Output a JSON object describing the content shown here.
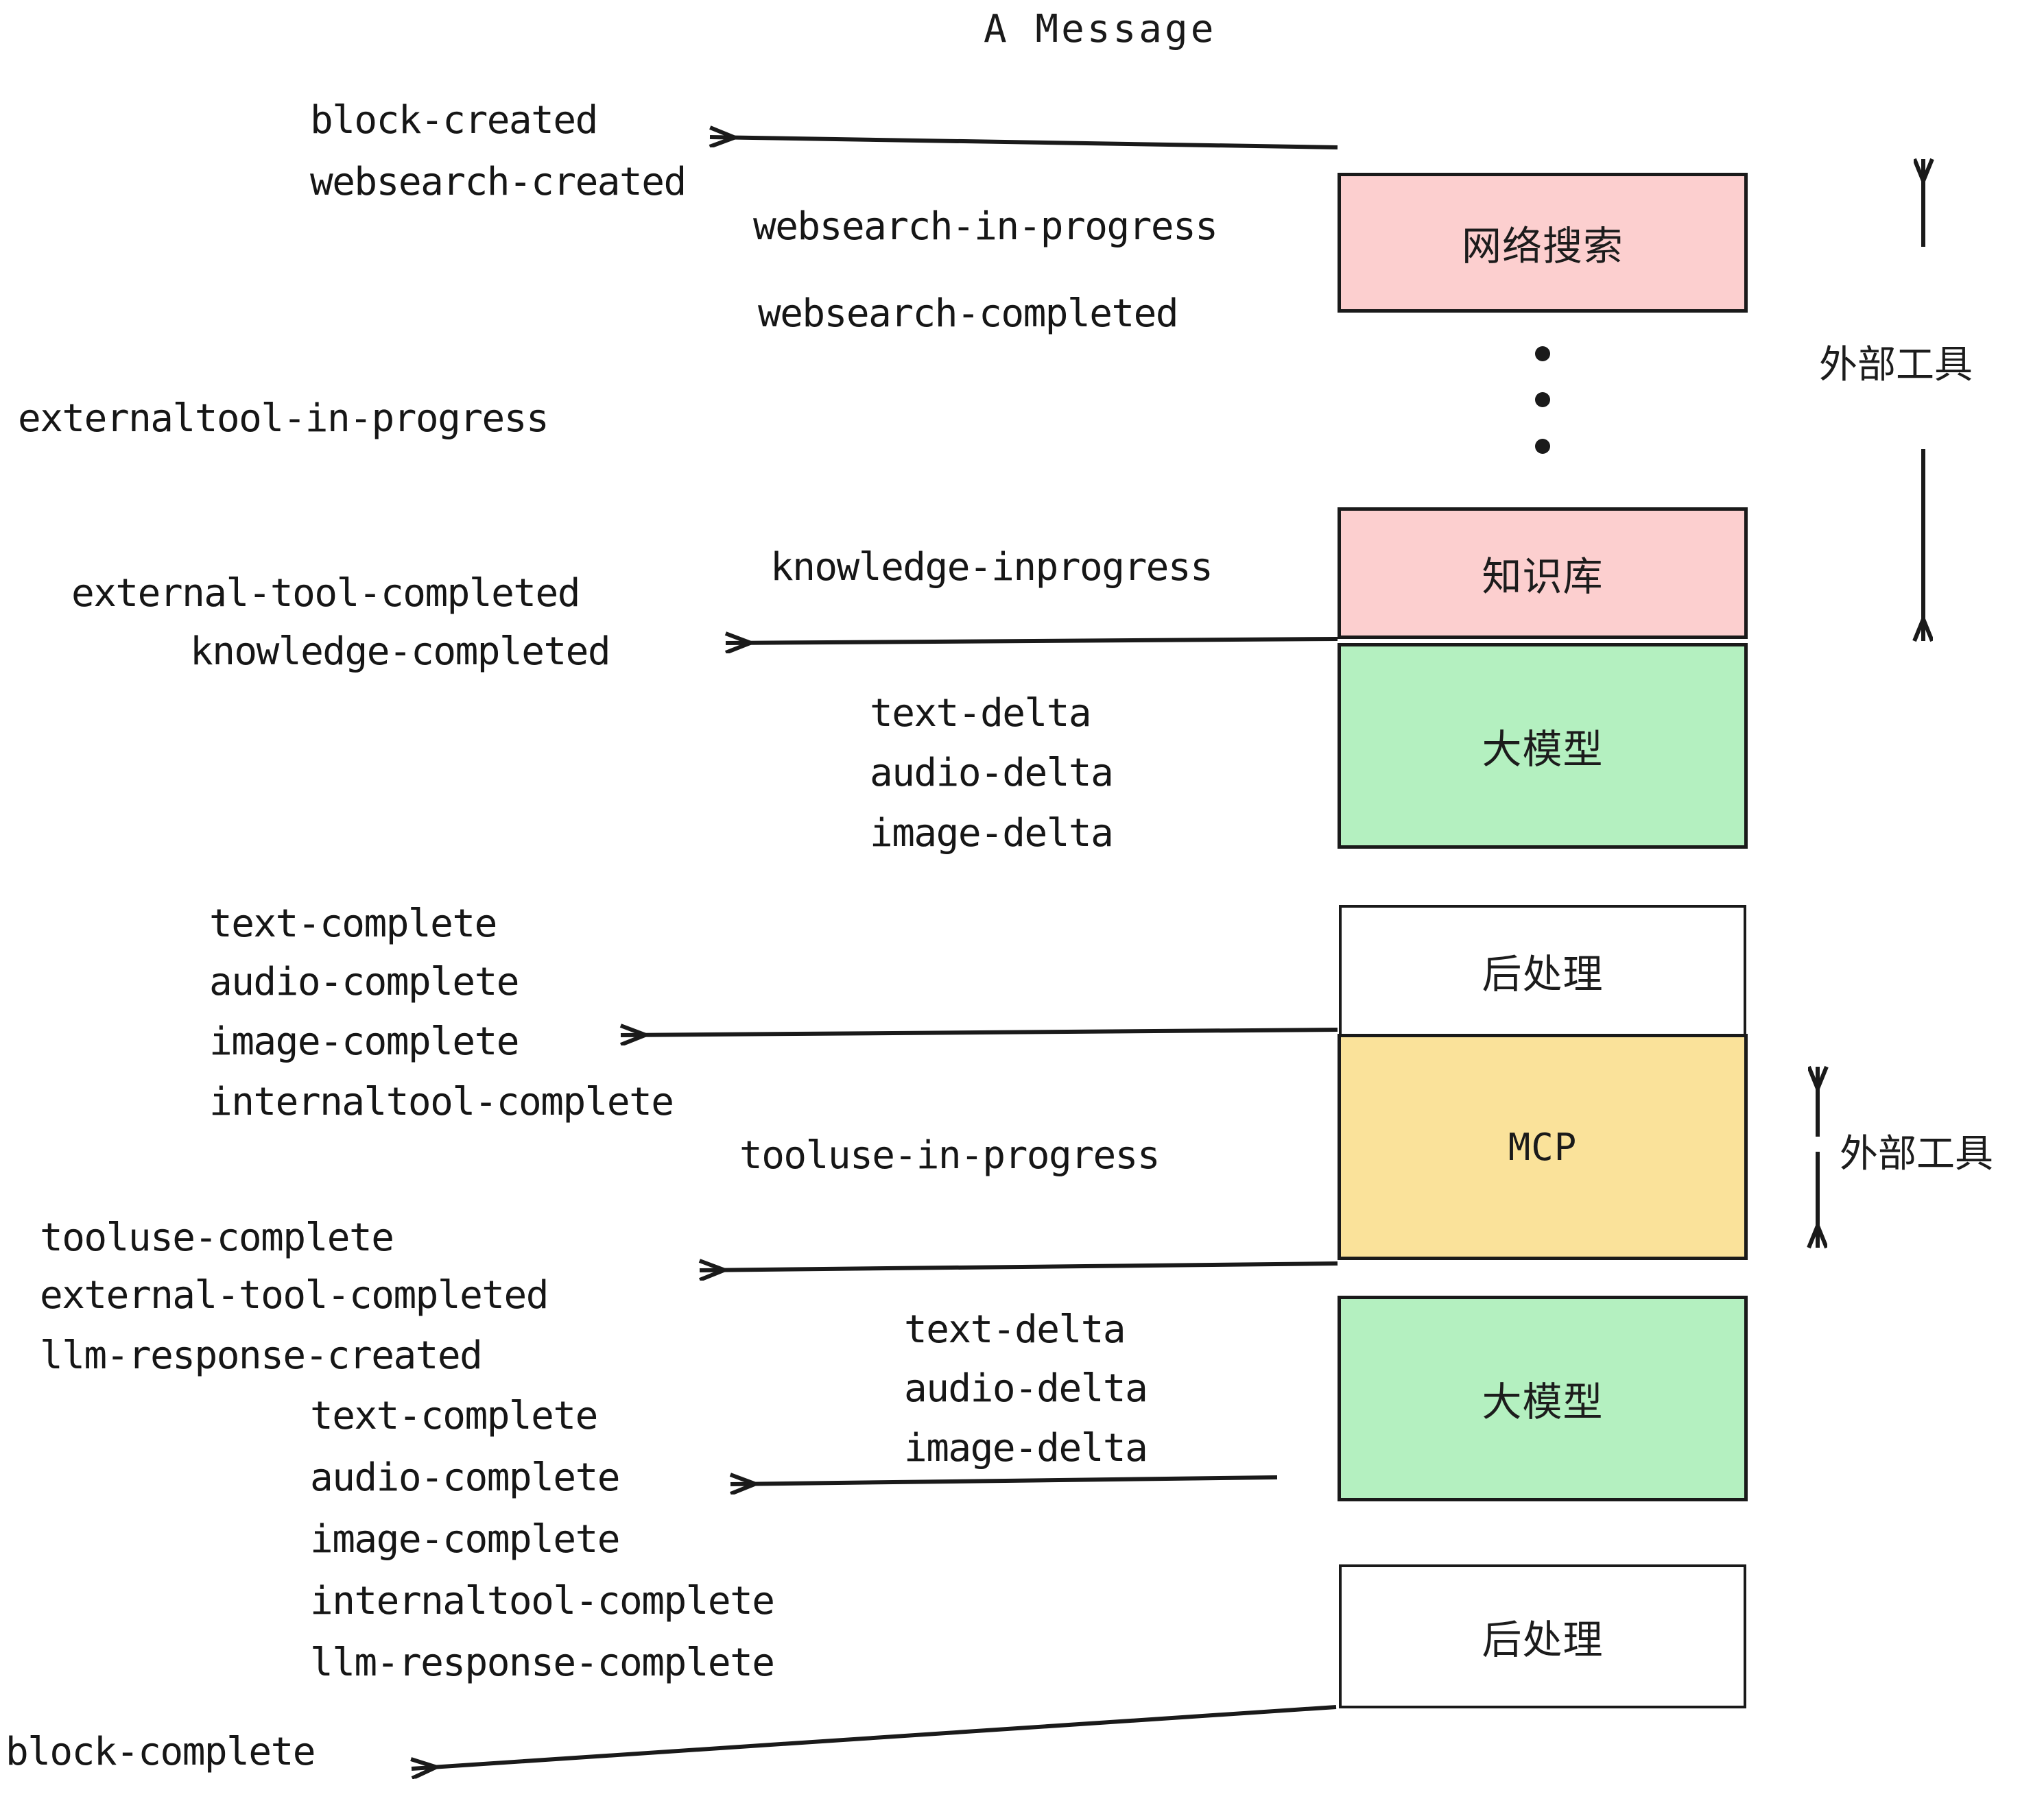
{
  "title": "A Message",
  "boxes": [
    {
      "id": "websearch",
      "label": "网络搜索",
      "color": "#fccfcf",
      "kind": "pink"
    },
    {
      "id": "knowledge",
      "label": "知识库",
      "color": "#fccfcf",
      "kind": "pink"
    },
    {
      "id": "llm-1",
      "label": "大模型",
      "color": "#b4f0c0",
      "kind": "green"
    },
    {
      "id": "postprocess-1",
      "label": "后处理",
      "color": "#ffffff",
      "kind": "white"
    },
    {
      "id": "mcp",
      "label": "MCP",
      "color": "#fae29a",
      "kind": "yellow"
    },
    {
      "id": "llm-2",
      "label": "大模型",
      "color": "#b4f0c0",
      "kind": "green"
    },
    {
      "id": "postprocess-2",
      "label": "后处理",
      "color": "#ffffff",
      "kind": "white"
    }
  ],
  "side_annotations": [
    {
      "id": "external-tools-top",
      "label": "外部工具"
    },
    {
      "id": "external-tools-bottom",
      "label": "外部工具"
    }
  ],
  "events": [
    {
      "id": "block-created",
      "text": "block-created"
    },
    {
      "id": "websearch-created",
      "text": "websearch-created"
    },
    {
      "id": "websearch-in-progress",
      "text": "websearch-in-progress"
    },
    {
      "id": "websearch-completed",
      "text": "websearch-completed"
    },
    {
      "id": "externaltool-in-progress",
      "text": "externaltool-in-progress"
    },
    {
      "id": "knowledge-inprogress",
      "text": "knowledge-inprogress"
    },
    {
      "id": "external-tool-completed-1",
      "text": "external-tool-completed"
    },
    {
      "id": "knowledge-completed",
      "text": "knowledge-completed"
    },
    {
      "id": "text-delta-1",
      "text": "text-delta"
    },
    {
      "id": "audio-delta-1",
      "text": "audio-delta"
    },
    {
      "id": "image-delta-1",
      "text": "image-delta"
    },
    {
      "id": "text-complete-1",
      "text": "text-complete"
    },
    {
      "id": "audio-complete-1",
      "text": "audio-complete"
    },
    {
      "id": "image-complete-1",
      "text": "image-complete"
    },
    {
      "id": "internaltool-complete-1",
      "text": "internaltool-complete"
    },
    {
      "id": "tooluse-in-progress",
      "text": "tooluse-in-progress"
    },
    {
      "id": "tooluse-complete",
      "text": "tooluse-complete"
    },
    {
      "id": "external-tool-completed-2",
      "text": "external-tool-completed"
    },
    {
      "id": "llm-response-created",
      "text": "llm-response-created"
    },
    {
      "id": "text-delta-2",
      "text": "text-delta"
    },
    {
      "id": "audio-delta-2",
      "text": "audio-delta"
    },
    {
      "id": "image-delta-2",
      "text": "image-delta"
    },
    {
      "id": "text-complete-2",
      "text": "text-complete"
    },
    {
      "id": "audio-complete-2",
      "text": "audio-complete"
    },
    {
      "id": "image-complete-2",
      "text": "image-complete"
    },
    {
      "id": "internaltool-complete-2",
      "text": "internaltool-complete"
    },
    {
      "id": "llm-response-complete",
      "text": "llm-response-complete"
    },
    {
      "id": "block-complete",
      "text": "block-complete"
    }
  ],
  "colors": {
    "pink": "#fccfcf",
    "green": "#b4f0c0",
    "yellow": "#fae29a",
    "white": "#ffffff",
    "stroke": "#1a1a1a",
    "background": "#ffffff"
  }
}
